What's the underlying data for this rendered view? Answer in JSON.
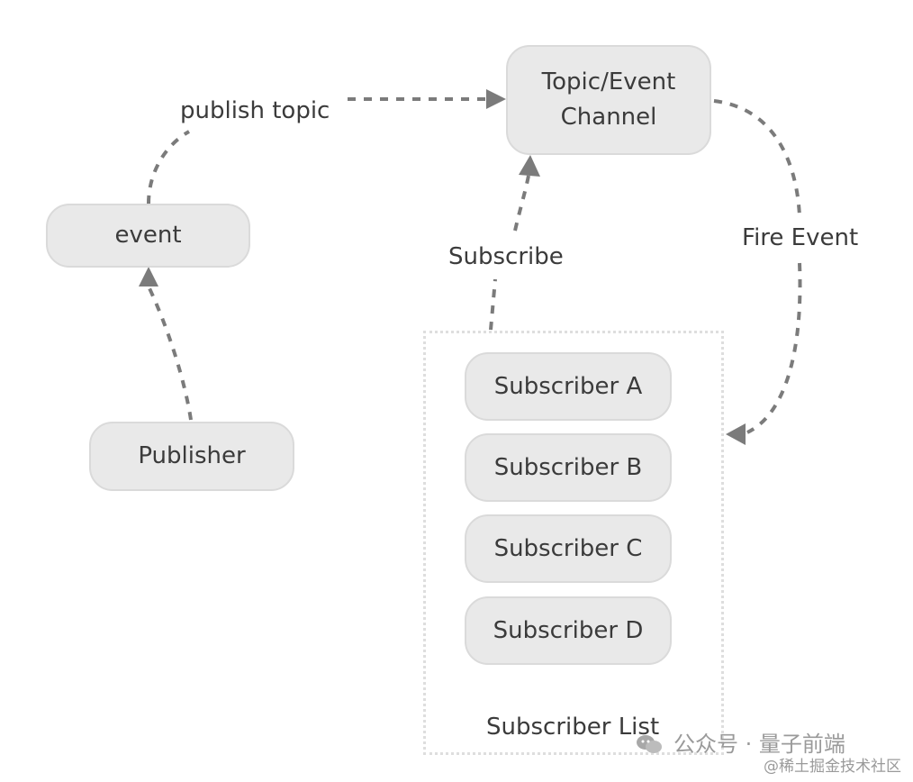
{
  "nodes": {
    "publisher": "Publisher",
    "event": "event",
    "channel_line1": "Topic/Event",
    "channel_line2": "Channel",
    "subscribers": [
      "Subscriber A",
      "Subscriber B",
      "Subscriber C",
      "Subscriber D"
    ]
  },
  "edge_labels": {
    "publish_topic": "publish topic",
    "subscribe": "Subscribe",
    "fire_event": "Fire Event"
  },
  "group_label": "Subscriber List",
  "watermark": {
    "account": "公众号 · 量子前端",
    "community": "@稀土掘金技术社区"
  },
  "colors": {
    "node_fill": "#e9e9e9",
    "node_border": "#dadada",
    "edge": "#7b7b7b",
    "text": "#3b3b3b"
  }
}
